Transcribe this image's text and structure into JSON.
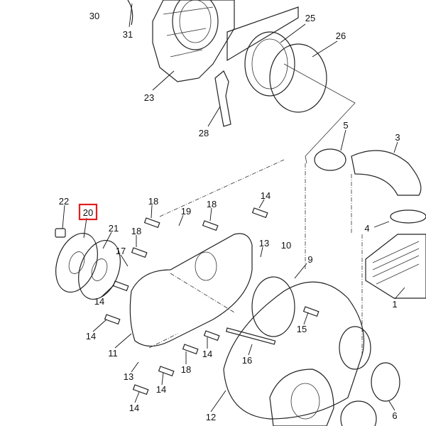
{
  "diagram": {
    "highlight_color": "#e02020",
    "labels": [
      {
        "num": "30"
      },
      {
        "num": "31"
      },
      {
        "num": "25"
      },
      {
        "num": "26"
      },
      {
        "num": "23"
      },
      {
        "num": "28"
      },
      {
        "num": "5"
      },
      {
        "num": "3"
      },
      {
        "num": "22"
      },
      {
        "num": "20",
        "highlighted": true
      },
      {
        "num": "21"
      },
      {
        "num": "18"
      },
      {
        "num": "19"
      },
      {
        "num": "18"
      },
      {
        "num": "14"
      },
      {
        "num": "18"
      },
      {
        "num": "17"
      },
      {
        "num": "13"
      },
      {
        "num": "10"
      },
      {
        "num": "9"
      },
      {
        "num": "4"
      },
      {
        "num": "1"
      },
      {
        "num": "14"
      },
      {
        "num": "14"
      },
      {
        "num": "11"
      },
      {
        "num": "15"
      },
      {
        "num": "16"
      },
      {
        "num": "14"
      },
      {
        "num": "18"
      },
      {
        "num": "13"
      },
      {
        "num": "14"
      },
      {
        "num": "14"
      },
      {
        "num": "12"
      },
      {
        "num": "6"
      }
    ]
  }
}
